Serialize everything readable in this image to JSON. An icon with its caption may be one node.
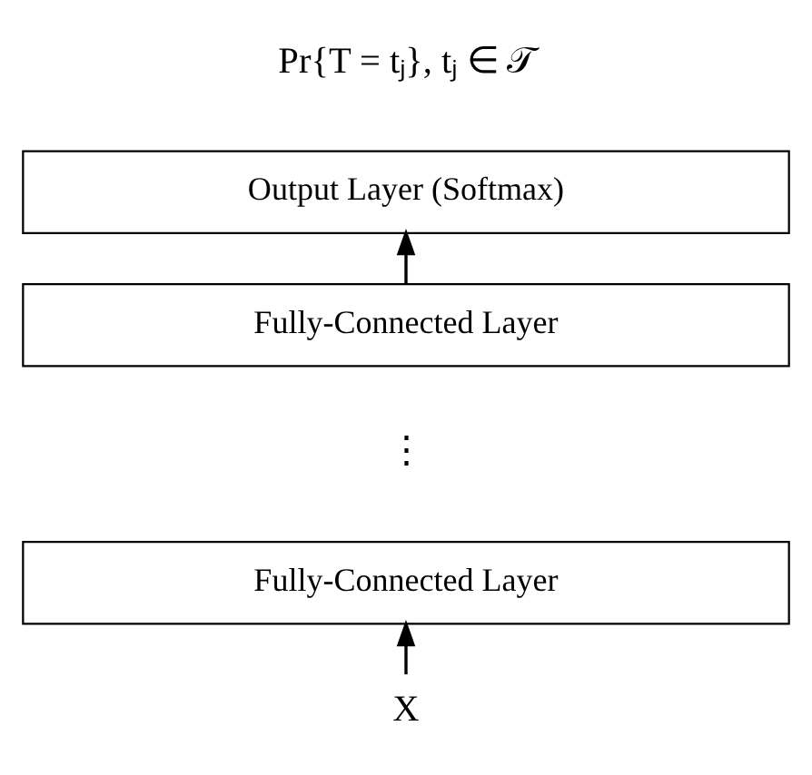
{
  "diagram": {
    "nodes": [
      {
        "text": [
          "Output Layer (Softmax)"
        ]
      },
      {
        "text": [
          "Fully-Connected Layer"
        ]
      },
      {
        "text": [
          "Fully-Connected Layer"
        ]
      },
      {
        "text": [
          "X"
        ]
      }
    ],
    "edges": [
      {
        "from": 1,
        "to": 0,
        "arrow": "to"
      },
      {
        "from": 3,
        "to": 2,
        "arrow": "to"
      }
    ],
    "labels": [
      "Pr{T = tⱼ}, tⱼ ∈ 𝒯",
      "⋮"
    ]
  }
}
